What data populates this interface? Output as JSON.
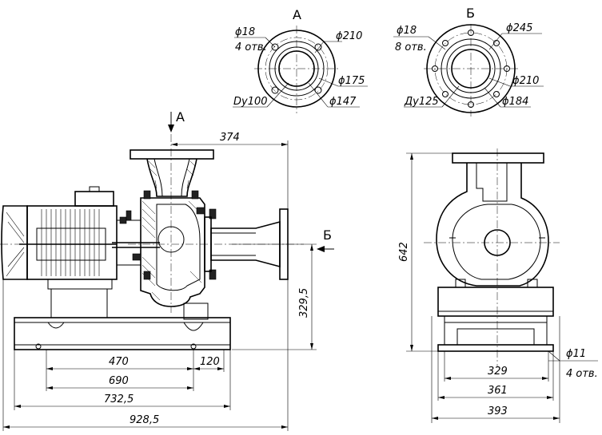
{
  "views": {
    "flange_a": {
      "title": "А",
      "hole_dia": "ϕ18",
      "hole_count": "4 отв.",
      "outer_dia": "ϕ210",
      "bolt_circle": "ϕ175",
      "raised_face": "ϕ147",
      "nominal_bore": "Dy100"
    },
    "flange_b": {
      "title": "Б",
      "hole_dia": "ϕ18",
      "hole_count": "8 отв.",
      "outer_dia": "ϕ245",
      "bolt_circle": "ϕ210",
      "raised_face": "ϕ184",
      "nominal_bore": "Ду125"
    },
    "front": {
      "arrow_a": "А",
      "arrow_b": "Б",
      "dim_374": "374",
      "dim_329_5": "329,5",
      "dim_470": "470",
      "dim_120": "120",
      "dim_690": "690",
      "dim_732_5": "732,5",
      "dim_928_5": "928,5"
    },
    "side": {
      "dim_642": "642",
      "dim_329": "329",
      "dim_361": "361",
      "dim_393": "393",
      "hole_dia": "ϕ11",
      "hole_count": "4 отв."
    }
  }
}
